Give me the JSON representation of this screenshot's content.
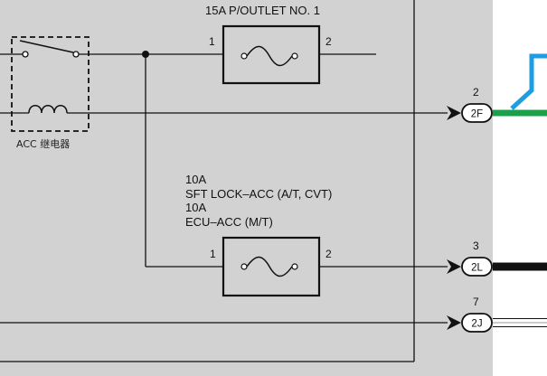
{
  "colors": {
    "panel": "#d2d2d2",
    "white_area": "#ffffff",
    "wire": "#111111",
    "wire_blue": "#1e9ee0",
    "wire_green": "#1aa048",
    "wire_black": "#111111"
  },
  "fuse_top": {
    "title": "15A P/OUTLET NO. 1",
    "pin_left": "1",
    "pin_right": "2"
  },
  "fuse_bottom": {
    "line1": "10A",
    "line2": "SFT LOCK–ACC (A/T, CVT)",
    "line3": "10A",
    "line4": "ECU–ACC (M/T)",
    "pin_left": "1",
    "pin_right": "2"
  },
  "relay": {
    "label": "ACC 继电器"
  },
  "connectors": [
    {
      "pin": "2",
      "code": "2F",
      "wire_color": "green-blue"
    },
    {
      "pin": "3",
      "code": "2L",
      "wire_color": "black"
    },
    {
      "pin": "7",
      "code": "2J",
      "wire_color": "white"
    }
  ]
}
